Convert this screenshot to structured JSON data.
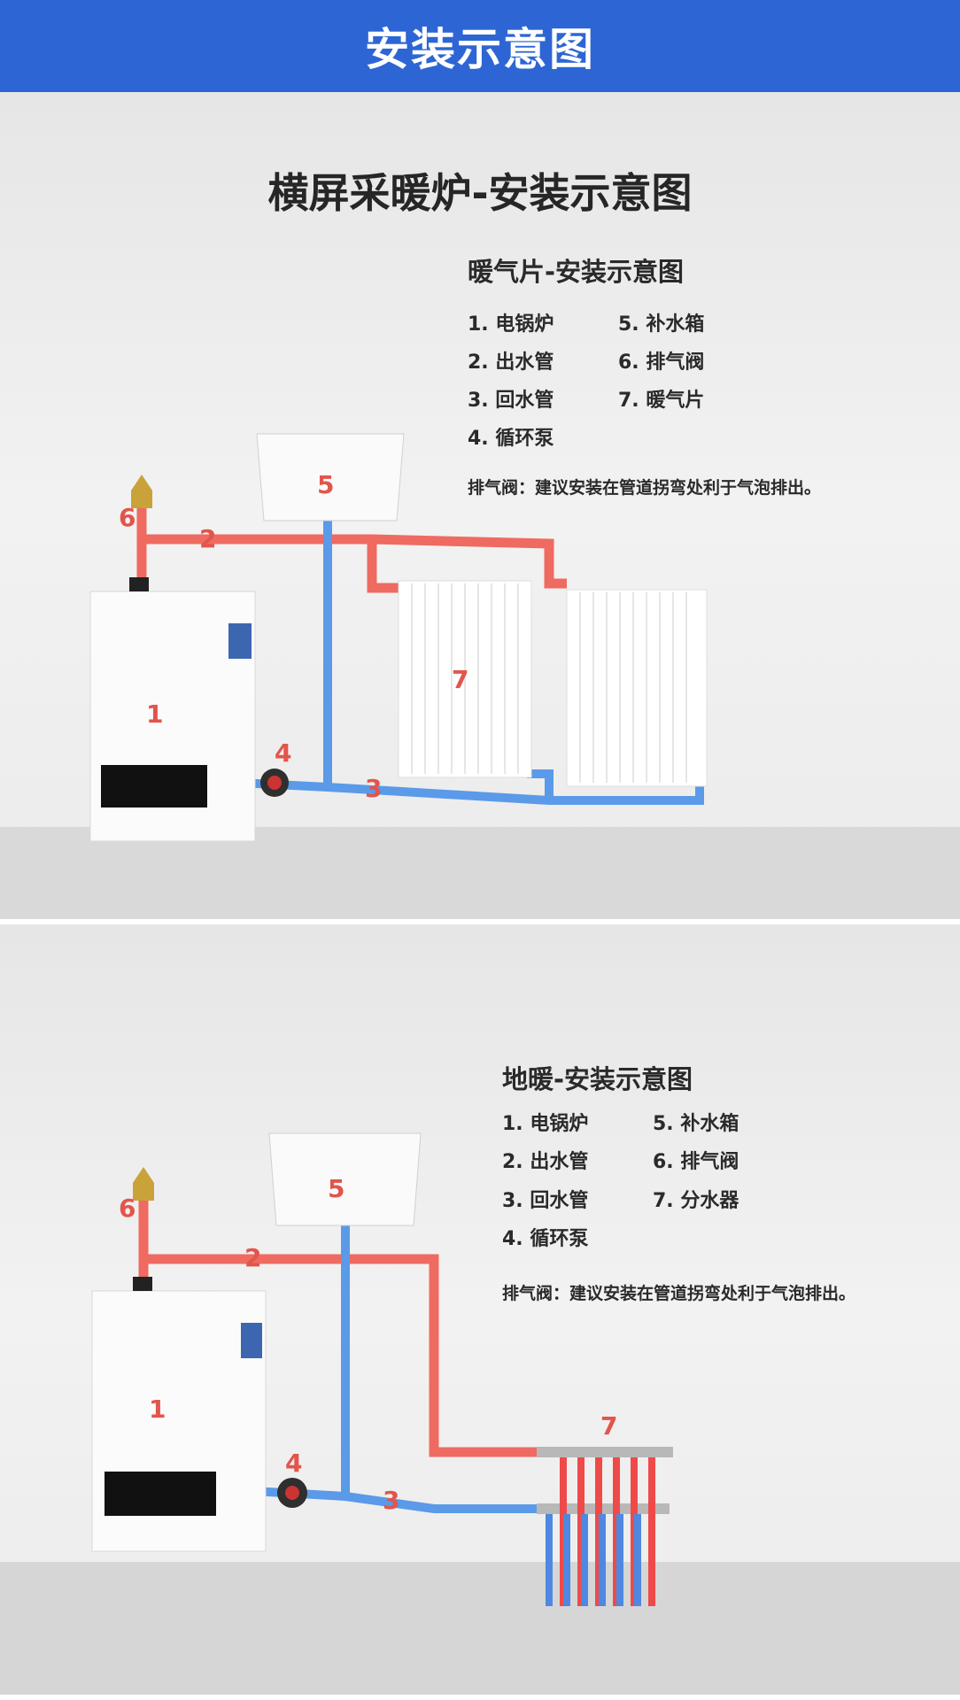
{
  "header": {
    "title": "安装示意图"
  },
  "radiator": {
    "main_title": "横屏采暖炉-安装示意图",
    "subtitle": "暖气片-安装示意图",
    "items": [
      "1. 电锅炉",
      "2. 出水管",
      "3. 回水管",
      "4. 循环泵",
      "5. 补水箱",
      "6. 排气阀",
      "7. 暖气片"
    ],
    "note": "排气阀：建议安装在管道拐弯处利于气泡排出。",
    "labels": [
      "1",
      "2",
      "3",
      "4",
      "5",
      "6",
      "7"
    ]
  },
  "floor": {
    "subtitle": "地暖-安装示意图",
    "items": [
      "1. 电锅炉",
      "2. 出水管",
      "3. 回水管",
      "4. 循环泵",
      "5. 补水箱",
      "6. 排气阀",
      "7. 分水器"
    ],
    "note": "排气阀：建议安装在管道拐弯处利于气泡排出。",
    "labels": [
      "1",
      "2",
      "3",
      "4",
      "5",
      "6",
      "7"
    ]
  },
  "colors": {
    "header": "#2d66d4",
    "hot_pipe": "#ef6a60",
    "cold_pipe": "#5a9ae8",
    "label": "#e2554b"
  }
}
